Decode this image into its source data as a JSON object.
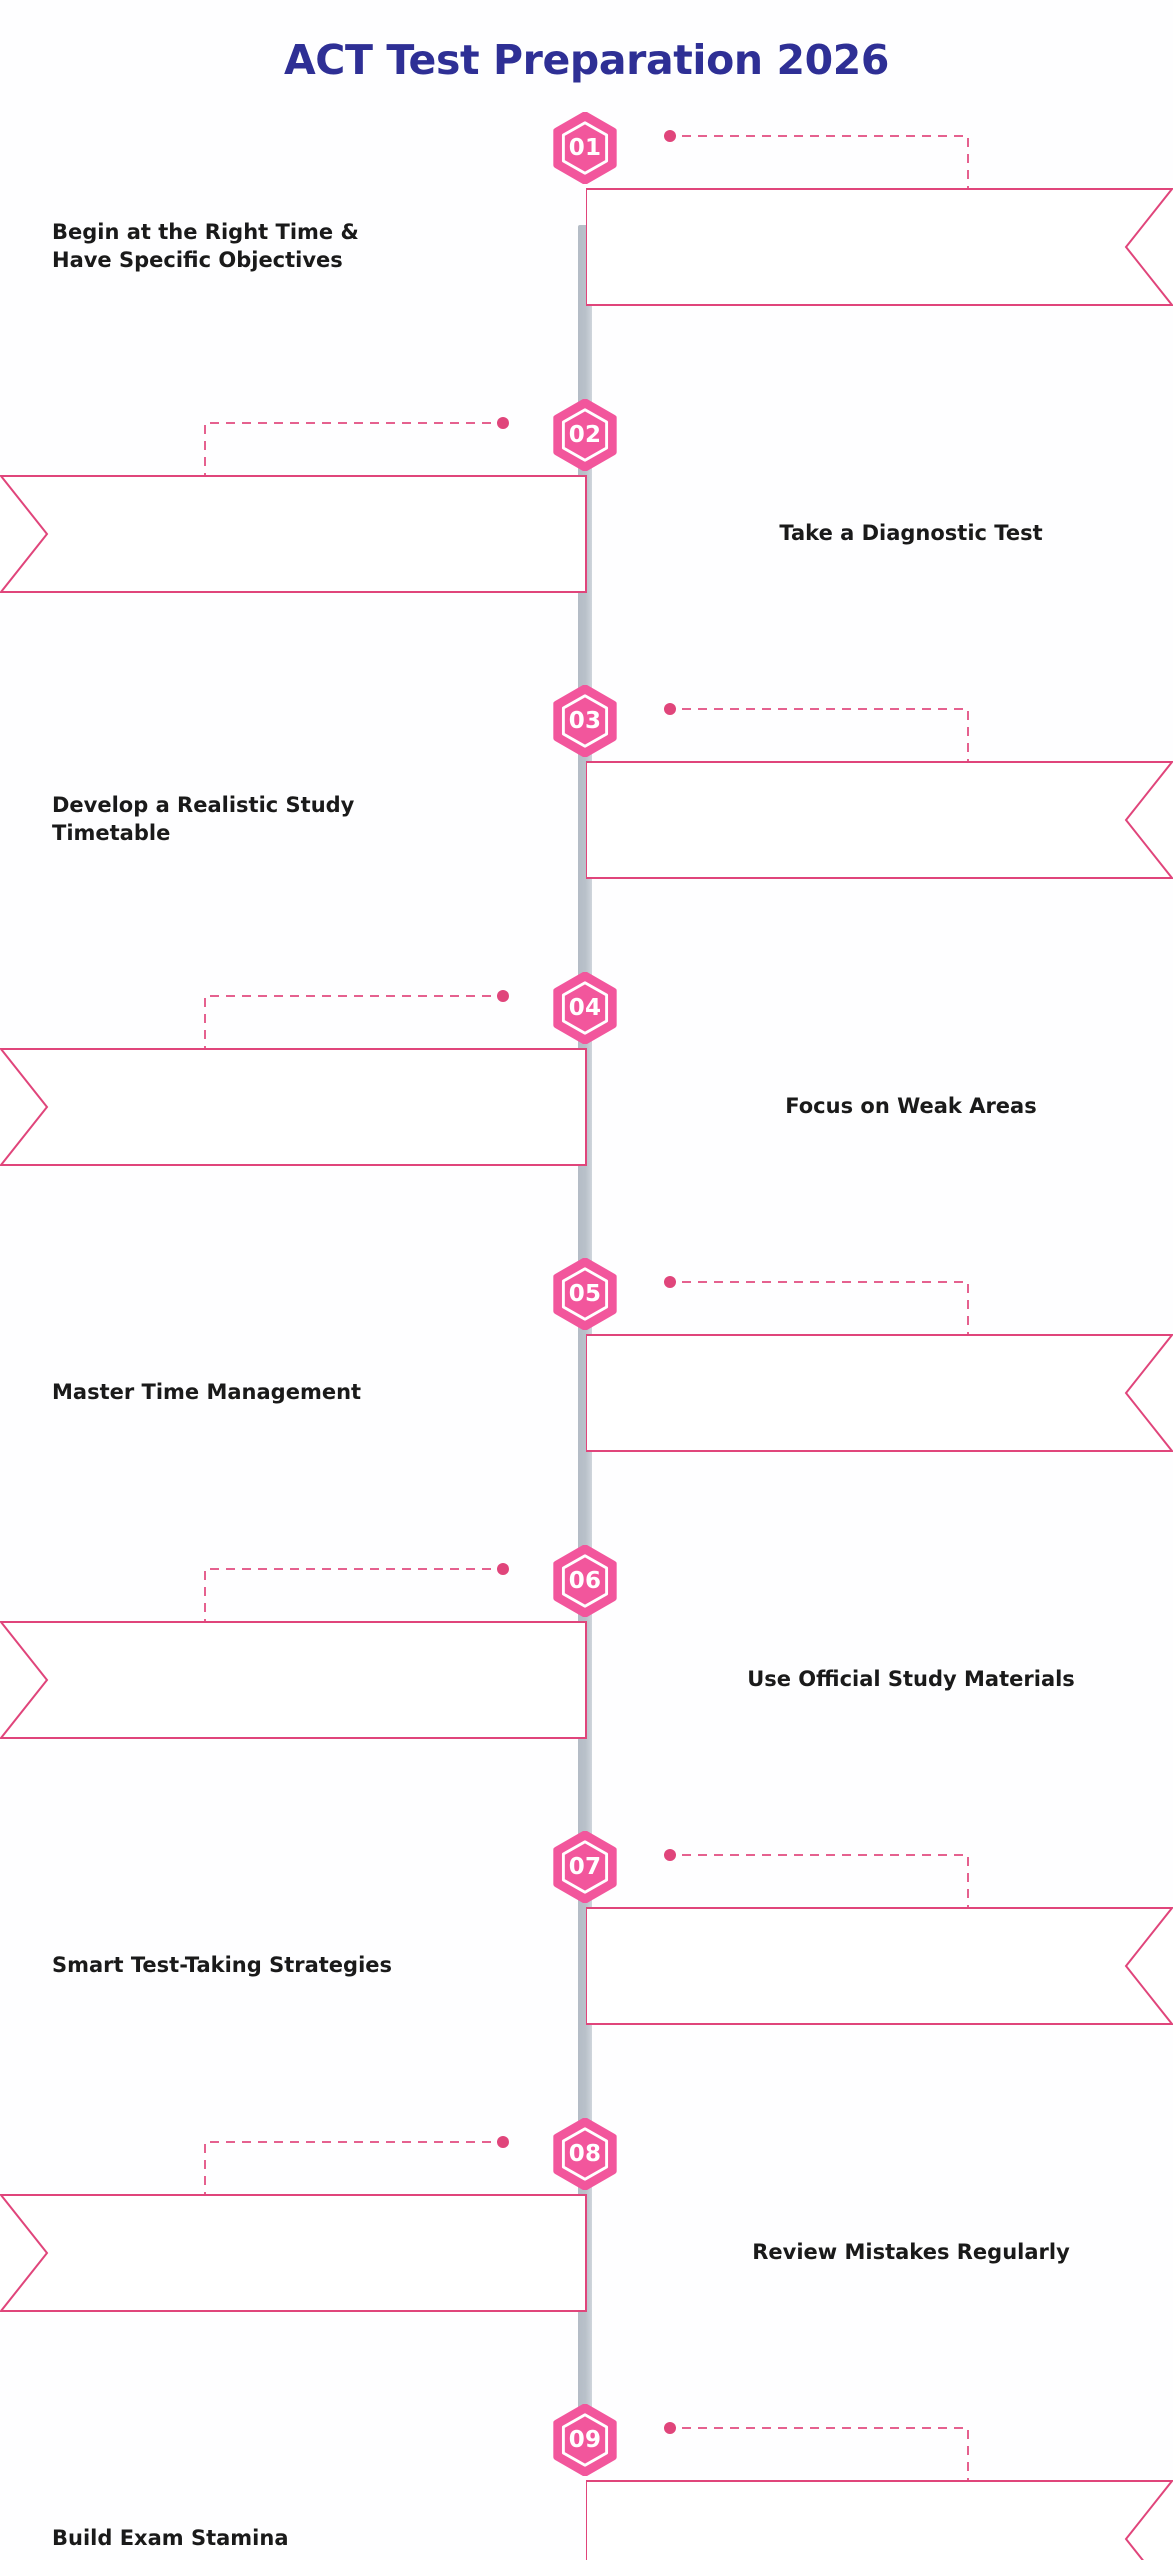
{
  "header": {
    "title": "ACT Test Preparation 2026",
    "title_color": "#2e2f95"
  },
  "theme": {
    "accent_pink": "#f2569c",
    "banner_border": "#e0457b",
    "connector": "#e0457b",
    "spine_gray": "#b8c0c9",
    "text_dark": "#1a1a1a",
    "background": "#ffffff"
  },
  "timeline": {
    "orientation": "vertical",
    "step_count": 9,
    "steps": [
      {
        "number": "01",
        "label": "Begin at the Right Time &\nHave Specific Objectives",
        "side": "right"
      },
      {
        "number": "02",
        "label": "Take a Diagnostic Test",
        "side": "left"
      },
      {
        "number": "03",
        "label": "Develop a Realistic Study\nTimetable",
        "side": "right"
      },
      {
        "number": "04",
        "label": "Focus on Weak Areas",
        "side": "left"
      },
      {
        "number": "05",
        "label": "Master Time Management",
        "side": "right"
      },
      {
        "number": "06",
        "label": "Use Official Study Materials",
        "side": "left"
      },
      {
        "number": "07",
        "label": "Smart Test-Taking Strategies",
        "side": "right"
      },
      {
        "number": "08",
        "label": "Review Mistakes Regularly",
        "side": "left"
      },
      {
        "number": "09",
        "label": "Build Exam Stamina",
        "side": "right"
      }
    ]
  }
}
